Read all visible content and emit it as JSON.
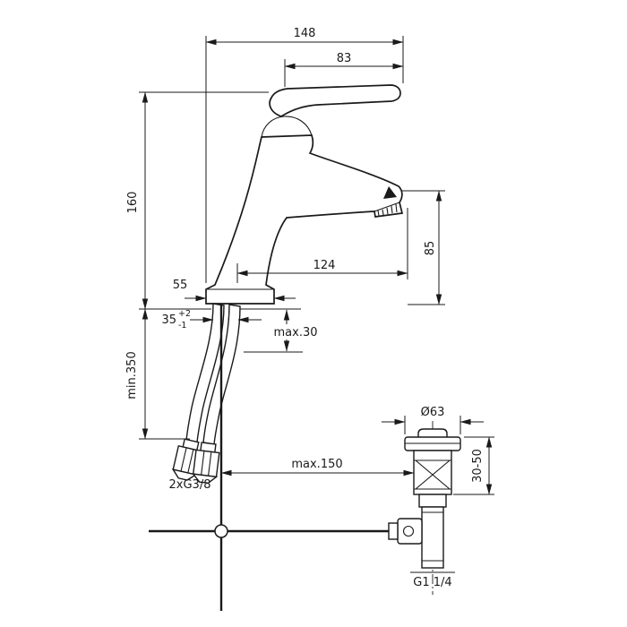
{
  "page": {
    "background": "#ffffff",
    "line_color": "#1a1a1a"
  },
  "drawing": {
    "kind": "single-lever basin mixer with pop-up waste — installation dimension drawing",
    "dims": {
      "overall_depth": "148",
      "lever_length": "83",
      "body_height": "160",
      "spout_height": "85",
      "spout_reach": "124",
      "base_width": "55",
      "hole_diameter": "35",
      "hole_tol_plus": "+2",
      "hole_tol_minus": "-1",
      "deck_thickness_max": "max.30",
      "hose_length_min": "min.350",
      "hose_thread": "2xG3/8",
      "waste_offset_max": "max.150",
      "waste_flange_diameter": "Ø63",
      "waste_height_range": "30-50",
      "waste_thread": "G1 1/4"
    }
  }
}
